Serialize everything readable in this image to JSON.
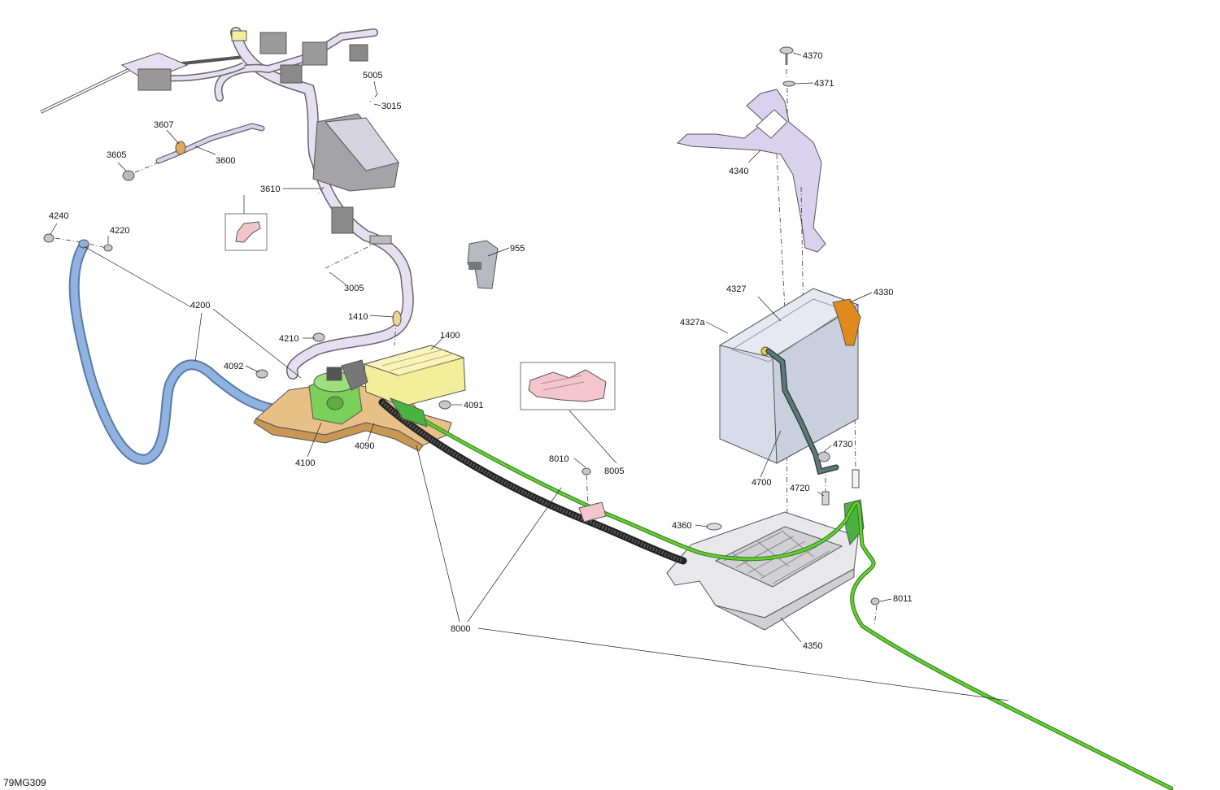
{
  "figure_code": "79MG309",
  "callouts": [
    {
      "id": "4370",
      "text": "4370"
    },
    {
      "id": "4371",
      "text": "4371"
    },
    {
      "id": "5005",
      "text": "5005"
    },
    {
      "id": "3015",
      "text": "3015"
    },
    {
      "id": "3607",
      "text": "3607"
    },
    {
      "id": "3605",
      "text": "3605"
    },
    {
      "id": "3600",
      "text": "3600"
    },
    {
      "id": "4340",
      "text": "4340"
    },
    {
      "id": "3610",
      "text": "3610"
    },
    {
      "id": "4240",
      "text": "4240"
    },
    {
      "id": "4220",
      "text": "4220"
    },
    {
      "id": "955",
      "text": "955"
    },
    {
      "id": "3005",
      "text": "3005"
    },
    {
      "id": "4327",
      "text": "4327"
    },
    {
      "id": "4330",
      "text": "4330"
    },
    {
      "id": "4200",
      "text": "4200"
    },
    {
      "id": "1410",
      "text": "1410"
    },
    {
      "id": "4327a",
      "text": "4327a"
    },
    {
      "id": "4210",
      "text": "4210"
    },
    {
      "id": "1400",
      "text": "1400"
    },
    {
      "id": "4092",
      "text": "4092"
    },
    {
      "id": "4091",
      "text": "4091"
    },
    {
      "id": "4100",
      "text": "4100"
    },
    {
      "id": "4090",
      "text": "4090"
    },
    {
      "id": "8010",
      "text": "8010"
    },
    {
      "id": "8005",
      "text": "8005"
    },
    {
      "id": "4730",
      "text": "4730"
    },
    {
      "id": "4700",
      "text": "4700"
    },
    {
      "id": "4720",
      "text": "4720"
    },
    {
      "id": "4360",
      "text": "4360"
    },
    {
      "id": "8011",
      "text": "8011"
    },
    {
      "id": "8000",
      "text": "8000"
    },
    {
      "id": "4350",
      "text": "4350"
    }
  ],
  "colors": {
    "cable_blue": "#8fb2de",
    "cable_green": "#66cc33",
    "harness": "#e4e0f2",
    "bracket": "#d9d2ee",
    "battery": "#d7dce8",
    "regulator": "#f3ee9a",
    "plate": "#e8bf86",
    "cap": "#e08a1e",
    "clip": "#f2c6cc",
    "tray": "#e8e8ea",
    "conduit": "#3a3a3a"
  }
}
